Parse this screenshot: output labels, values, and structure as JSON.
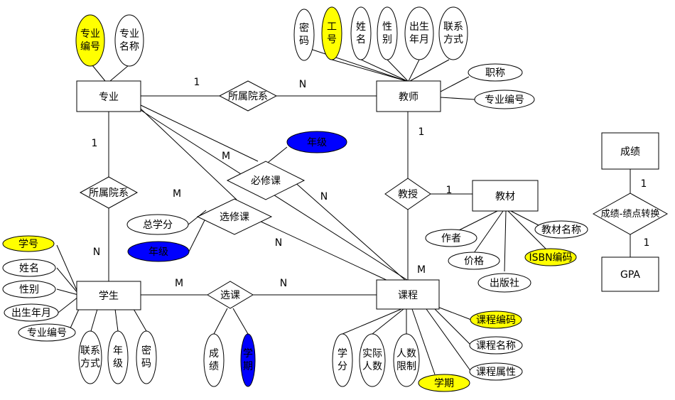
{
  "colors": {
    "background": "#ffffff",
    "stroke": "#000000",
    "key_fill": "#ffff00",
    "blue_fill": "#0000ff",
    "plain_fill": "#ffffff"
  },
  "entities": {
    "major": "专业",
    "teacher": "教师",
    "student": "学生",
    "course": "课程",
    "textbook": "教材",
    "grade": "成绩",
    "gpa": "GPA"
  },
  "relationships": {
    "dept_major_teacher": "所属院系",
    "dept_major_student": "所属院系",
    "required": "必修课",
    "elective": "选修课",
    "teach": "教授",
    "select": "选课",
    "convert": "成绩-绩点转换"
  },
  "attributes": {
    "major_code": [
      "专业",
      "编号"
    ],
    "major_name": [
      "专业",
      "名称"
    ],
    "t_password": [
      "密",
      "码"
    ],
    "t_id": [
      "工",
      "号"
    ],
    "t_name": [
      "姓",
      "名"
    ],
    "t_gender": [
      "性",
      "别"
    ],
    "t_birth": [
      "出生",
      "年月"
    ],
    "t_contact": [
      "联系",
      "方式"
    ],
    "t_title": "职称",
    "t_major_code": "专业编号",
    "req_year": "年级",
    "total_credits": "总学分",
    "elec_year": "年级",
    "s_id": "学号",
    "s_name": "姓名",
    "s_gender": "性别",
    "s_birth": "出生年月",
    "s_major_code": "专业编号",
    "s_contact": [
      "联系",
      "方式"
    ],
    "s_year": [
      "年",
      "级"
    ],
    "s_password": [
      "密",
      "码"
    ],
    "sel_grade": [
      "成",
      "绩"
    ],
    "sel_credit": [
      "学",
      "期"
    ],
    "b_author": "作者",
    "b_price": "价格",
    "b_publisher": "出版社",
    "b_name": "教材名称",
    "b_isbn": "ISBN编码",
    "c_credit": [
      "学",
      "分"
    ],
    "c_actual": [
      "实际",
      "人数"
    ],
    "c_limit": [
      "人数",
      "限制"
    ],
    "c_term": "学期",
    "c_code": "课程编码",
    "c_name": "课程名称",
    "c_prop": "课程属性"
  },
  "cardinalities": {
    "major_dept": "1",
    "teacher_dept": "N",
    "major_student_rel": "1",
    "student_dept": "N",
    "teacher_teach": "1",
    "book_teach": "1",
    "major_required": "M",
    "course_required": "N",
    "student_elective": "M",
    "course_elective": "N",
    "course_teach": "M",
    "student_select": "M",
    "course_select": "N",
    "grade_convert": "1",
    "gpa_convert": "1"
  }
}
